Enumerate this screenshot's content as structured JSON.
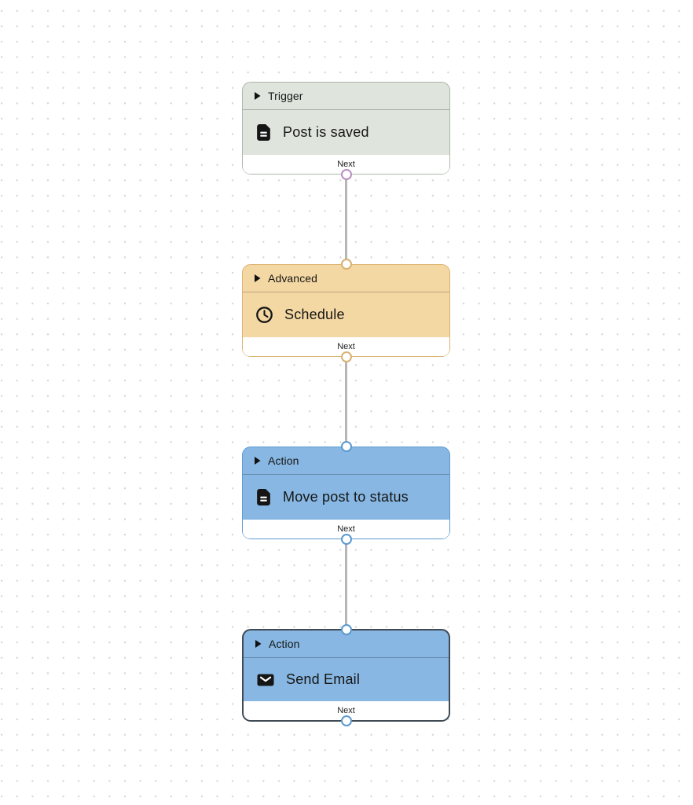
{
  "canvas": {
    "background_color": "#ffffff",
    "dot_color": "#d5d5d5",
    "edge_color": "#b6b6b6"
  },
  "nodes": [
    {
      "type_label": "Trigger",
      "title": "Post is saved",
      "next_label": "Next",
      "icon": "document-icon",
      "fill_color": "#dfe4dd",
      "border_color": "#adb7ab",
      "handle_color": "#b78fc3",
      "handles": [
        "output"
      ],
      "selected": false
    },
    {
      "type_label": "Advanced",
      "title": "Schedule",
      "next_label": "Next",
      "icon": "clock-icon",
      "fill_color": "#f4d8a3",
      "border_color": "#dcb271",
      "handle_color": "#d9b173",
      "handles": [
        "input",
        "output"
      ],
      "selected": false
    },
    {
      "type_label": "Action",
      "title": "Move post to status",
      "next_label": "Next",
      "icon": "document-icon",
      "fill_color": "#87b7e2",
      "border_color": "#5d9bd3",
      "handle_color": "#5b99d0",
      "handles": [
        "input",
        "output"
      ],
      "selected": false
    },
    {
      "type_label": "Action",
      "title": "Send Email",
      "next_label": "Next",
      "icon": "mail-icon",
      "fill_color": "#87b7e2",
      "border_color": "#3f4a54",
      "handle_color": "#5b99d0",
      "handles": [
        "input",
        "output"
      ],
      "selected": true
    }
  ]
}
